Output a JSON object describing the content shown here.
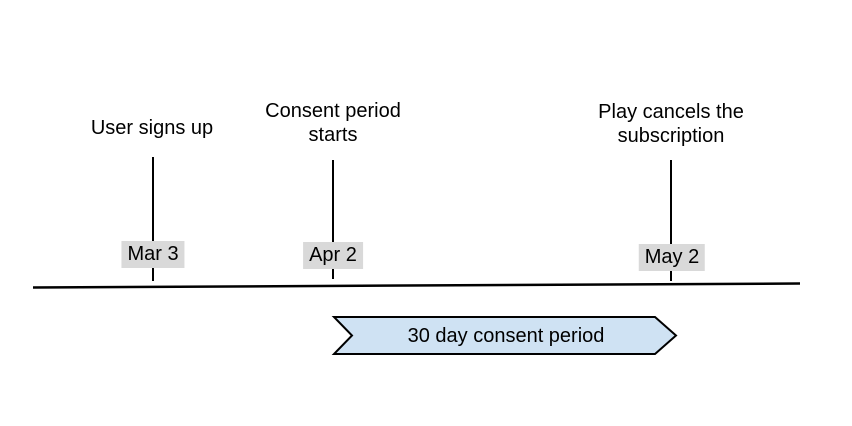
{
  "diagram": {
    "events": [
      {
        "label": "User signs up",
        "date": "Mar 3"
      },
      {
        "label": "Consent period\nstarts",
        "date": "Apr 2"
      },
      {
        "label": "Play cancels the\nsubscription",
        "date": "May 2"
      }
    ],
    "banner": {
      "label": "30 day consent period"
    },
    "colors": {
      "banner_fill": "#cfe2f3",
      "banner_stroke": "#000000",
      "date_label_bg": "#d9d9d9",
      "line": "#000000",
      "text": "#000000"
    }
  }
}
